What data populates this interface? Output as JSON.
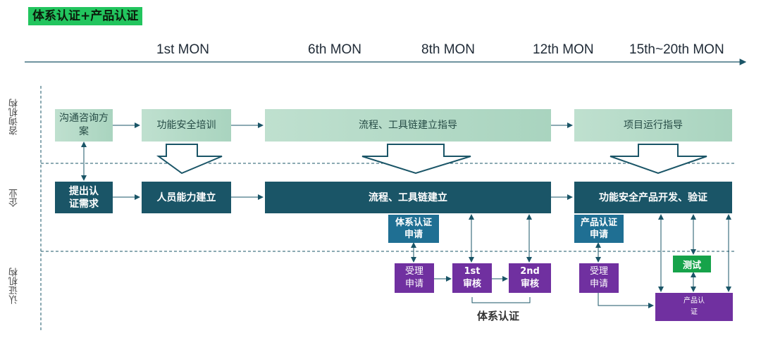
{
  "title": "体系认证+产品认证",
  "timeline": [
    "1st MON",
    "6th MON",
    "8th MON",
    "12th MON",
    "15th~20th MON"
  ],
  "rows": {
    "consult": "咨询机构",
    "enterprise": "企业",
    "certbody": "认证机构"
  },
  "consult_boxes": {
    "plan": "沟通咨询方案",
    "training": "功能安全培训",
    "process_guide": "流程、工具链建立指导",
    "project_guide": "项目运行指导"
  },
  "enterprise_boxes": {
    "request": "提出认证需求",
    "capability": "人员能力建立",
    "process": "流程、工具链建立",
    "product_dev": "功能安全产品开发、验证"
  },
  "applications": {
    "system": "体系认证申请",
    "product": "产品认证申请"
  },
  "cert_boxes": {
    "accept1": "受理申请",
    "audit1": "1st审核",
    "audit2": "2nd审核",
    "accept2": "受理申请",
    "test": "测试",
    "product_cert": "产品认证"
  },
  "system_cert_label": "体系认证",
  "colors": {
    "title_bg": "#22c55e",
    "dark": "#1a5567",
    "mid": "#1f6f93",
    "purple": "#7030a0",
    "green": "#16a34a",
    "light": "#b6dbc8"
  }
}
